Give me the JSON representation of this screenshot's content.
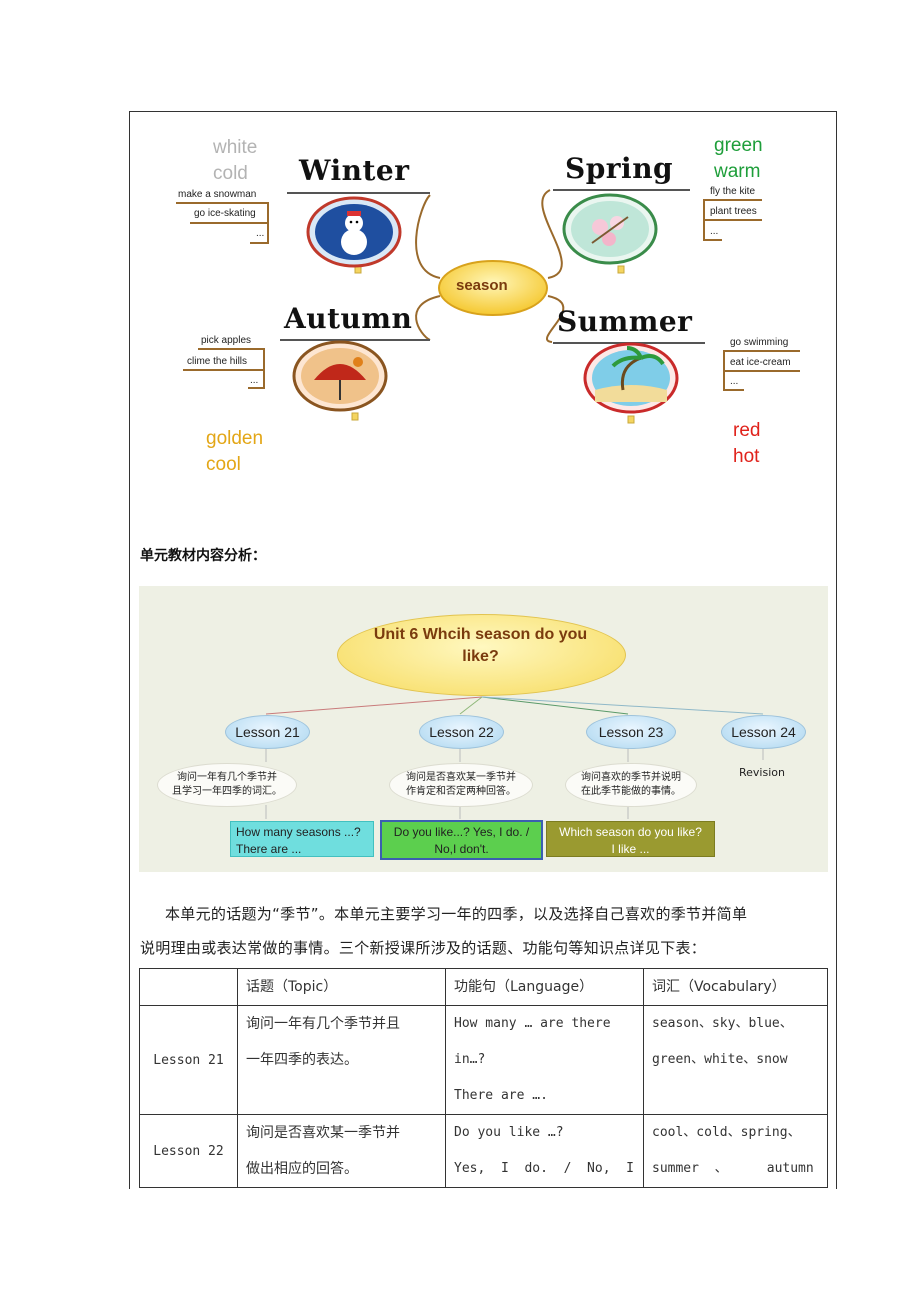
{
  "mindmap": {
    "center": "season",
    "winter": {
      "title": "Winter",
      "words": [
        "white",
        "cold"
      ],
      "activities": [
        "make a snowman",
        "go ice-skating",
        "..."
      ],
      "color": "#b3b3b3"
    },
    "spring": {
      "title": "Spring",
      "words": [
        "green",
        "warm"
      ],
      "activities": [
        "fly the kite",
        "plant trees",
        "..."
      ],
      "color": "#1e9e3a"
    },
    "autumn": {
      "title": "Autumn",
      "words": [
        "golden",
        "cool"
      ],
      "activities": [
        "pick apples",
        "clime the hills",
        "..."
      ],
      "color": "#e3a616"
    },
    "summer": {
      "title": "Summer",
      "words": [
        "red",
        "hot"
      ],
      "activities": [
        "go swimming",
        "eat ice-cream",
        "..."
      ],
      "color": "#e0221b"
    }
  },
  "section_heading": "单元教材内容分析：",
  "unit_map": {
    "title_line1": "Unit 6 Whcih season do you",
    "title_line2": "like?",
    "lessons": [
      {
        "label": "Lesson 21",
        "desc_line1": "询问一年有几个季节并",
        "desc_line2": "且学习一年四季的词汇。",
        "lang_line1": "How many seasons ...?",
        "lang_line2": "There are ..."
      },
      {
        "label": "Lesson 22",
        "desc_line1": "询问是否喜欢某一季节并",
        "desc_line2": "作肯定和否定两种回答。",
        "lang_line1": "Do you like...? Yes, I do. /",
        "lang_line2": "No,I don't."
      },
      {
        "label": "Lesson 23",
        "desc_line1": "询问喜欢的季节并说明",
        "desc_line2": "在此季节能做的事情。",
        "lang_line1": "Which season do you like?",
        "lang_line2": "I like ..."
      },
      {
        "label": "Lesson 24",
        "desc_line1": "Revision",
        "desc_line2": ""
      }
    ]
  },
  "paragraph": {
    "line1": "本单元的话题为“季节”。本单元主要学习一年的四季，以及选择自己喜欢的季节并简单",
    "line2": "说明理由或表达常做的事情。三个新授课所涉及的话题、功能句等知识点详见下表："
  },
  "table": {
    "headers": [
      "",
      "话题（Topic）",
      "功能句（Language）",
      "词汇（Vocabulary）"
    ],
    "rows": [
      {
        "lesson": "Lesson 21",
        "topic_line1": "询问一年有几个季节并且",
        "topic_line2": "一年四季的表达。",
        "lang_line1": "How many … are there",
        "lang_line2": "in…?",
        "lang_line3": "There are ….",
        "vocab_line1": "season、sky、blue、",
        "vocab_line2": "green、white、snow"
      },
      {
        "lesson": "Lesson 22",
        "topic_line1": "询问是否喜欢某一季节并",
        "topic_line2": "做出相应的回答。",
        "lang_line1": "Do you like …?",
        "lang_line2": "Yes,  I  do.  /  No,  I",
        "vocab_line1": "cool、cold、spring、",
        "vocab_line2": "summer  、     autumn"
      }
    ]
  }
}
